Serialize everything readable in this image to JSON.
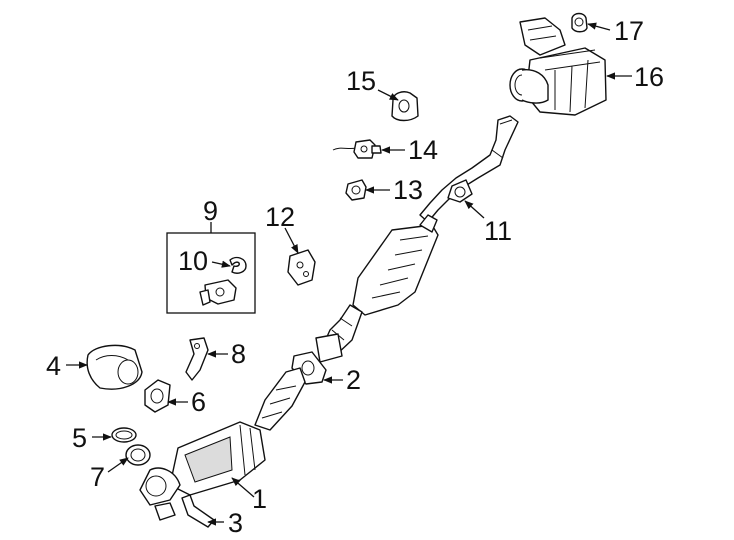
{
  "callouts": {
    "c1": "1",
    "c2": "2",
    "c3": "3",
    "c4": "4",
    "c5": "5",
    "c6": "6",
    "c7": "7",
    "c8": "8",
    "c9": "9",
    "c10": "10",
    "c11": "11",
    "c12": "12",
    "c13": "13",
    "c14": "14",
    "c15": "15",
    "c16": "16",
    "c17": "17"
  },
  "colors": {
    "line": "#111111",
    "background": "#ffffff",
    "shade": "#dcdcdc"
  }
}
